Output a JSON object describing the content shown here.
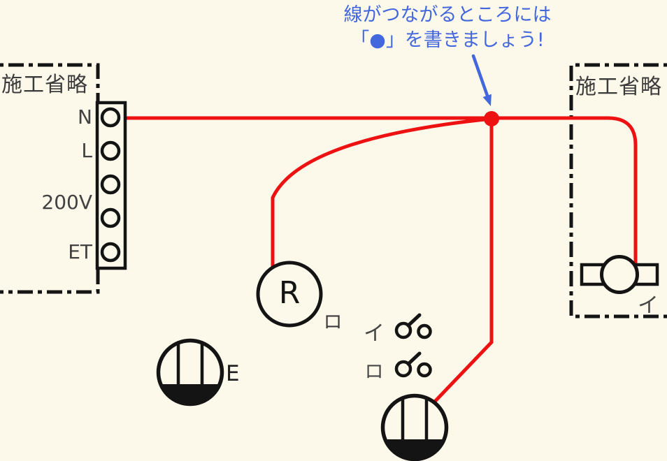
{
  "annotation": {
    "line1": "線がつながるところには",
    "line2": "「●」を書きましょう!"
  },
  "left_panel": {
    "label": "施工省略",
    "terminals": [
      {
        "label": "N"
      },
      {
        "label": "L"
      },
      {
        "label": "200V"
      },
      {
        "label": "ET"
      }
    ]
  },
  "right_panel": {
    "label": "施工省略",
    "lamp_label": "イ"
  },
  "lamp_receptacle": {
    "symbol": "R",
    "label": "ロ"
  },
  "switches": [
    {
      "label": "イ"
    },
    {
      "label": "ロ"
    }
  ],
  "outlet_grounded": {
    "label": "E"
  },
  "colors": {
    "bg": "#FCF8EA",
    "ink": "#141414",
    "wire": "#EE1111",
    "blue": "#4367DC",
    "label": "#3E3E3E"
  }
}
